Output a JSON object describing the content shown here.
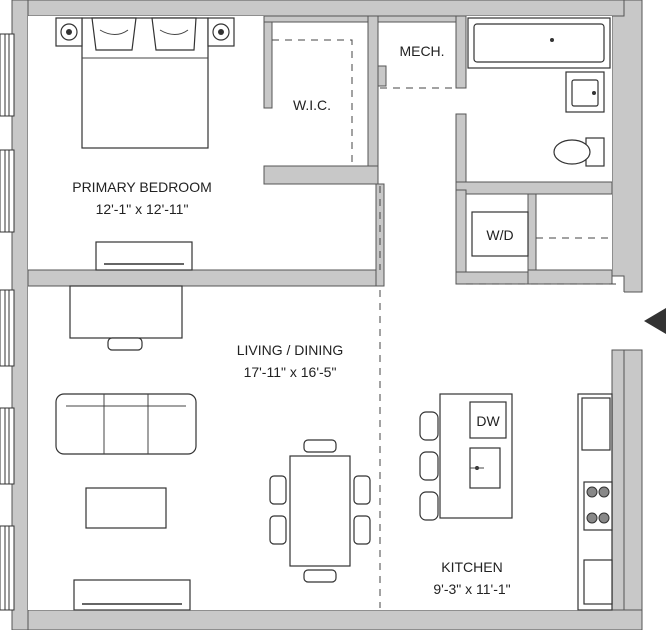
{
  "rooms": {
    "bedroom": {
      "name": "PRIMARY BEDROOM",
      "dims": "12'-1\" x 12'-11\""
    },
    "living": {
      "name": "LIVING / DINING",
      "dims": "17'-11\" x 16'-5\""
    },
    "kitchen": {
      "name": "KITCHEN",
      "dims": "9'-3\" x 11'-1\""
    },
    "wic": {
      "name": "W.I.C."
    },
    "mech": {
      "name": "MECH."
    },
    "wd": {
      "name": "W/D"
    },
    "dw": {
      "name": "DW"
    }
  },
  "colors": {
    "wall_fill": "#c8c8c8",
    "line": "#333333",
    "entry_arrow": "#333333"
  },
  "icons": [
    "entry-arrow-icon",
    "speaker-icon",
    "stove-burners-icon",
    "sink-icon",
    "toilet-icon",
    "bathtub-icon"
  ]
}
